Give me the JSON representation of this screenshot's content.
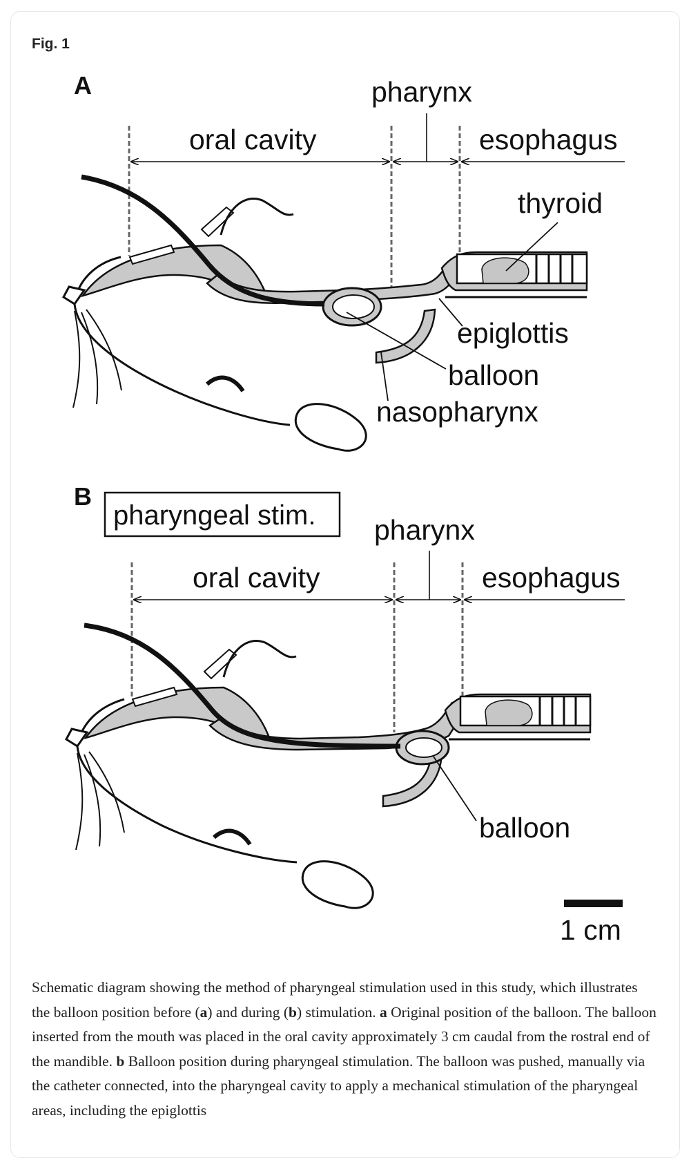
{
  "figure": {
    "label": "Fig. 1"
  },
  "panel_a": {
    "letter": "A",
    "pharynx": "pharynx",
    "oral_cavity": "oral cavity",
    "esophagus": "esophagus",
    "thyroid": "thyroid",
    "epiglottis": "epiglottis",
    "balloon": "balloon",
    "nasopharynx": "nasopharynx"
  },
  "panel_b": {
    "letter": "B",
    "box_label": "pharyngeal stim.",
    "pharynx": "pharynx",
    "oral_cavity": "oral cavity",
    "esophagus": "esophagus",
    "balloon": "balloon"
  },
  "scale_bar": {
    "label": "1 cm"
  },
  "caption": {
    "s1": "Schematic diagram showing the method of pharyngeal stimulation used in this study, which illustrates the balloon position before (",
    "a1": "a",
    "s2": ") and during (",
    "b1": "b",
    "s3": ") stimulation. ",
    "a2": "a",
    "s4": " Original position of the balloon. The balloon inserted from the mouth was placed in the oral cavity approximately 3 cm caudal from the rostral end of the mandible. ",
    "b2": "b",
    "s5": " Balloon position during pharyngeal stimulation. The balloon was pushed, manually via the catheter connected, into the pharyngeal cavity to apply a mechanical stimulation of the pharyngeal areas, including the epiglottis"
  }
}
